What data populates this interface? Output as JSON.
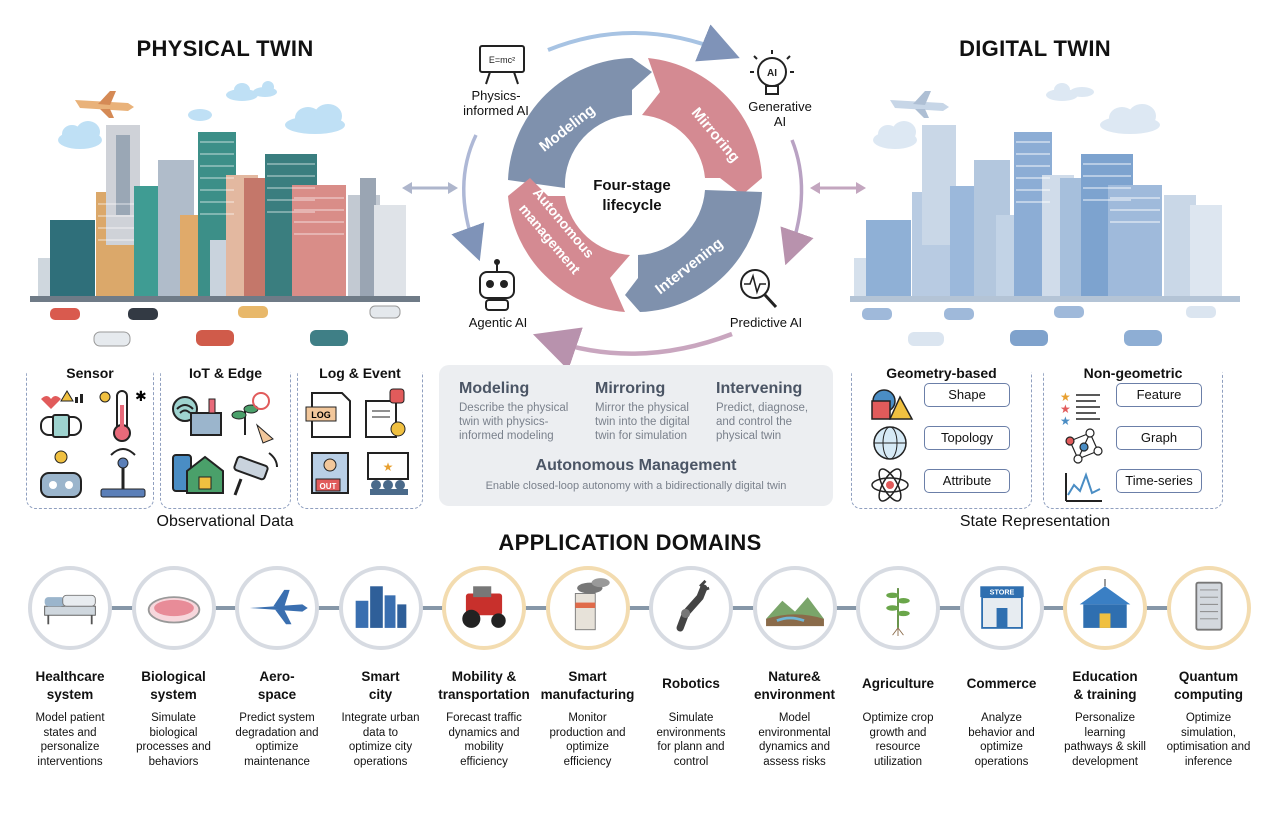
{
  "physical_twin": {
    "title": "PHYSICAL TWIN",
    "caption": "Observational Data",
    "panels": [
      {
        "title": "Sensor"
      },
      {
        "title": "IoT & Edge"
      },
      {
        "title": "Log & Event"
      }
    ],
    "sign_labels": [
      "LOG",
      "OUT"
    ]
  },
  "digital_twin": {
    "title": "DIGITAL TWIN",
    "caption": "State Representation",
    "geometry": {
      "title": "Geometry-based",
      "tags": [
        "Shape",
        "Topology",
        "Attribute"
      ]
    },
    "nongeometric": {
      "title": "Non-geometric",
      "tags": [
        "Feature",
        "Graph",
        "Time-series"
      ]
    }
  },
  "lifecycle": {
    "center": [
      "Four-stage",
      "lifecycle"
    ],
    "segments": [
      "Modeling",
      "Mirroring",
      "Intervening",
      "Autonomous",
      "management"
    ],
    "ai": {
      "physics": [
        "Physics-",
        "informed AI"
      ],
      "physics_formula": "E=mc²",
      "generative": [
        "Generative",
        "AI"
      ],
      "generative_badge": "AI",
      "agentic": "Agentic AI",
      "predictive": "Predictive AI"
    }
  },
  "stages": {
    "items": [
      {
        "name": "Modeling",
        "desc": [
          "Describe the physical",
          "twin with physics-",
          "informed modeling"
        ]
      },
      {
        "name": "Mirroring",
        "desc": [
          "Mirror the physical",
          "twin into the digital",
          "twin for simulation"
        ]
      },
      {
        "name": "Intervening",
        "desc": [
          "Predict, diagnose,",
          "and control the",
          "physical twin"
        ]
      }
    ],
    "autonomous": {
      "name": "Autonomous Management",
      "desc": "Enable closed-loop autonomy with a bidirectionally digital twin"
    }
  },
  "applications": {
    "title": "APPLICATION DOMAINS",
    "store_sign": "STORE",
    "domains": [
      {
        "name": [
          "Healthcare",
          "system"
        ],
        "desc": [
          "Model patient",
          "states and",
          "personalize",
          "interventions"
        ],
        "icon": "hospital-bed-icon",
        "warm": false
      },
      {
        "name": [
          "Biological",
          "system"
        ],
        "desc": [
          "Simulate",
          "biological",
          "processes and",
          "behaviors"
        ],
        "icon": "petri-dish-icon",
        "warm": false
      },
      {
        "name": [
          "Aero-",
          "space"
        ],
        "desc": [
          "Predict system",
          "degradation and",
          "optimize",
          "maintenance"
        ],
        "icon": "airplane-icon",
        "warm": false
      },
      {
        "name": [
          "Smart",
          "city"
        ],
        "desc": [
          "Integrate urban",
          "data to",
          "optimize city",
          "operations"
        ],
        "icon": "skyline-icon",
        "warm": false
      },
      {
        "name": [
          "Mobility &",
          "transportation"
        ],
        "desc": [
          "Forecast traffic",
          "dynamics and",
          "mobility",
          "efficiency"
        ],
        "icon": "tractor-icon",
        "warm": true
      },
      {
        "name": [
          "Smart",
          "manufacturing"
        ],
        "desc": [
          "Monitor",
          "production and",
          "optimize",
          "efficiency"
        ],
        "icon": "factory-chimney-icon",
        "warm": true
      },
      {
        "name": [
          "Robotics"
        ],
        "desc": [
          "Simulate",
          "environments",
          "for plann and",
          "control"
        ],
        "icon": "robot-arm-icon",
        "warm": false
      },
      {
        "name": [
          "Nature&",
          "environment"
        ],
        "desc": [
          "Model",
          "environmental",
          "dynamics and",
          "assess risks"
        ],
        "icon": "landscape-icon",
        "warm": false
      },
      {
        "name": [
          "Agriculture"
        ],
        "desc": [
          "Optimize crop",
          "growth and",
          "resource",
          "utilization"
        ],
        "icon": "plant-icon",
        "warm": false
      },
      {
        "name": [
          "Commerce"
        ],
        "desc": [
          "Analyze",
          "behavior and",
          "optimize",
          "operations"
        ],
        "icon": "store-icon",
        "warm": false
      },
      {
        "name": [
          "Education",
          "& training"
        ],
        "desc": [
          "Personalize",
          "learning",
          "pathways & skill",
          "development"
        ],
        "icon": "school-icon",
        "warm": true
      },
      {
        "name": [
          "Quantum",
          "computing"
        ],
        "desc": [
          "Optimize",
          "simulation,",
          "optimisation and",
          "inference"
        ],
        "icon": "server-rack-icon",
        "warm": true
      }
    ]
  },
  "colors": {
    "modeling": "#7f91ad",
    "mirroring": "#d48a92",
    "intervening": "#7f91ad",
    "autonomous": "#d48a92",
    "physical_accent": "#4c9a93",
    "digital_accent": "#6f9bd0",
    "panel_border": "#8f9fbf"
  }
}
